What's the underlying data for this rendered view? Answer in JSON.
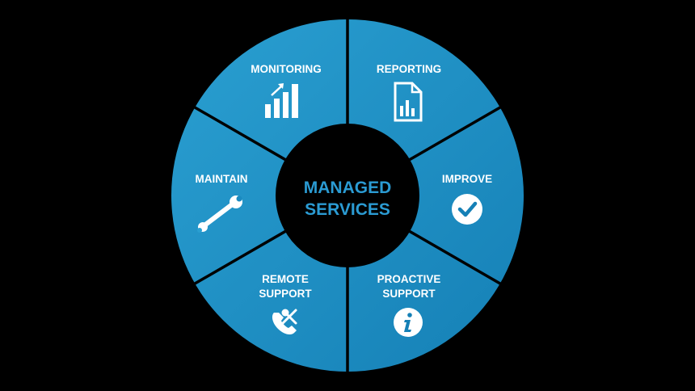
{
  "center": {
    "line1": "MANAGED",
    "line2": "SERVICES"
  },
  "segments": [
    {
      "line1": "MONITORING",
      "line2": "",
      "icon": "bar-chart-trend-icon"
    },
    {
      "line1": "REPORTING",
      "line2": "",
      "icon": "report-document-icon"
    },
    {
      "line1": "IMPROVE",
      "line2": "",
      "icon": "check-circle-icon"
    },
    {
      "line1": "PROACTIVE",
      "line2": "SUPPORT",
      "icon": "info-circle-icon"
    },
    {
      "line1": "REMOTE",
      "line2": "SUPPORT",
      "icon": "phone-tools-icon"
    },
    {
      "line1": "MAINTAIN",
      "line2": "",
      "icon": "wrench-icon"
    }
  ],
  "colors": {
    "background": "#000000",
    "segment_light": "#2a9fd1",
    "segment_dark": "#1580b6",
    "divider": "#000000",
    "hub": "#000000",
    "hub_text": "#2b9bd3",
    "label_text": "#ffffff"
  }
}
